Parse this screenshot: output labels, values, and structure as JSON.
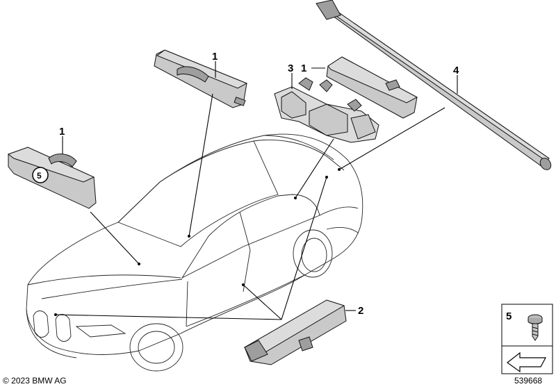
{
  "callouts": {
    "c1a": "1",
    "c1b": "1",
    "c1c": "1",
    "c2": "2",
    "c3": "3",
    "c4": "4",
    "c5": "5",
    "c5legend": "5"
  },
  "footer": {
    "copyright": "© 2023 BMW AG",
    "part_number": "539668"
  }
}
